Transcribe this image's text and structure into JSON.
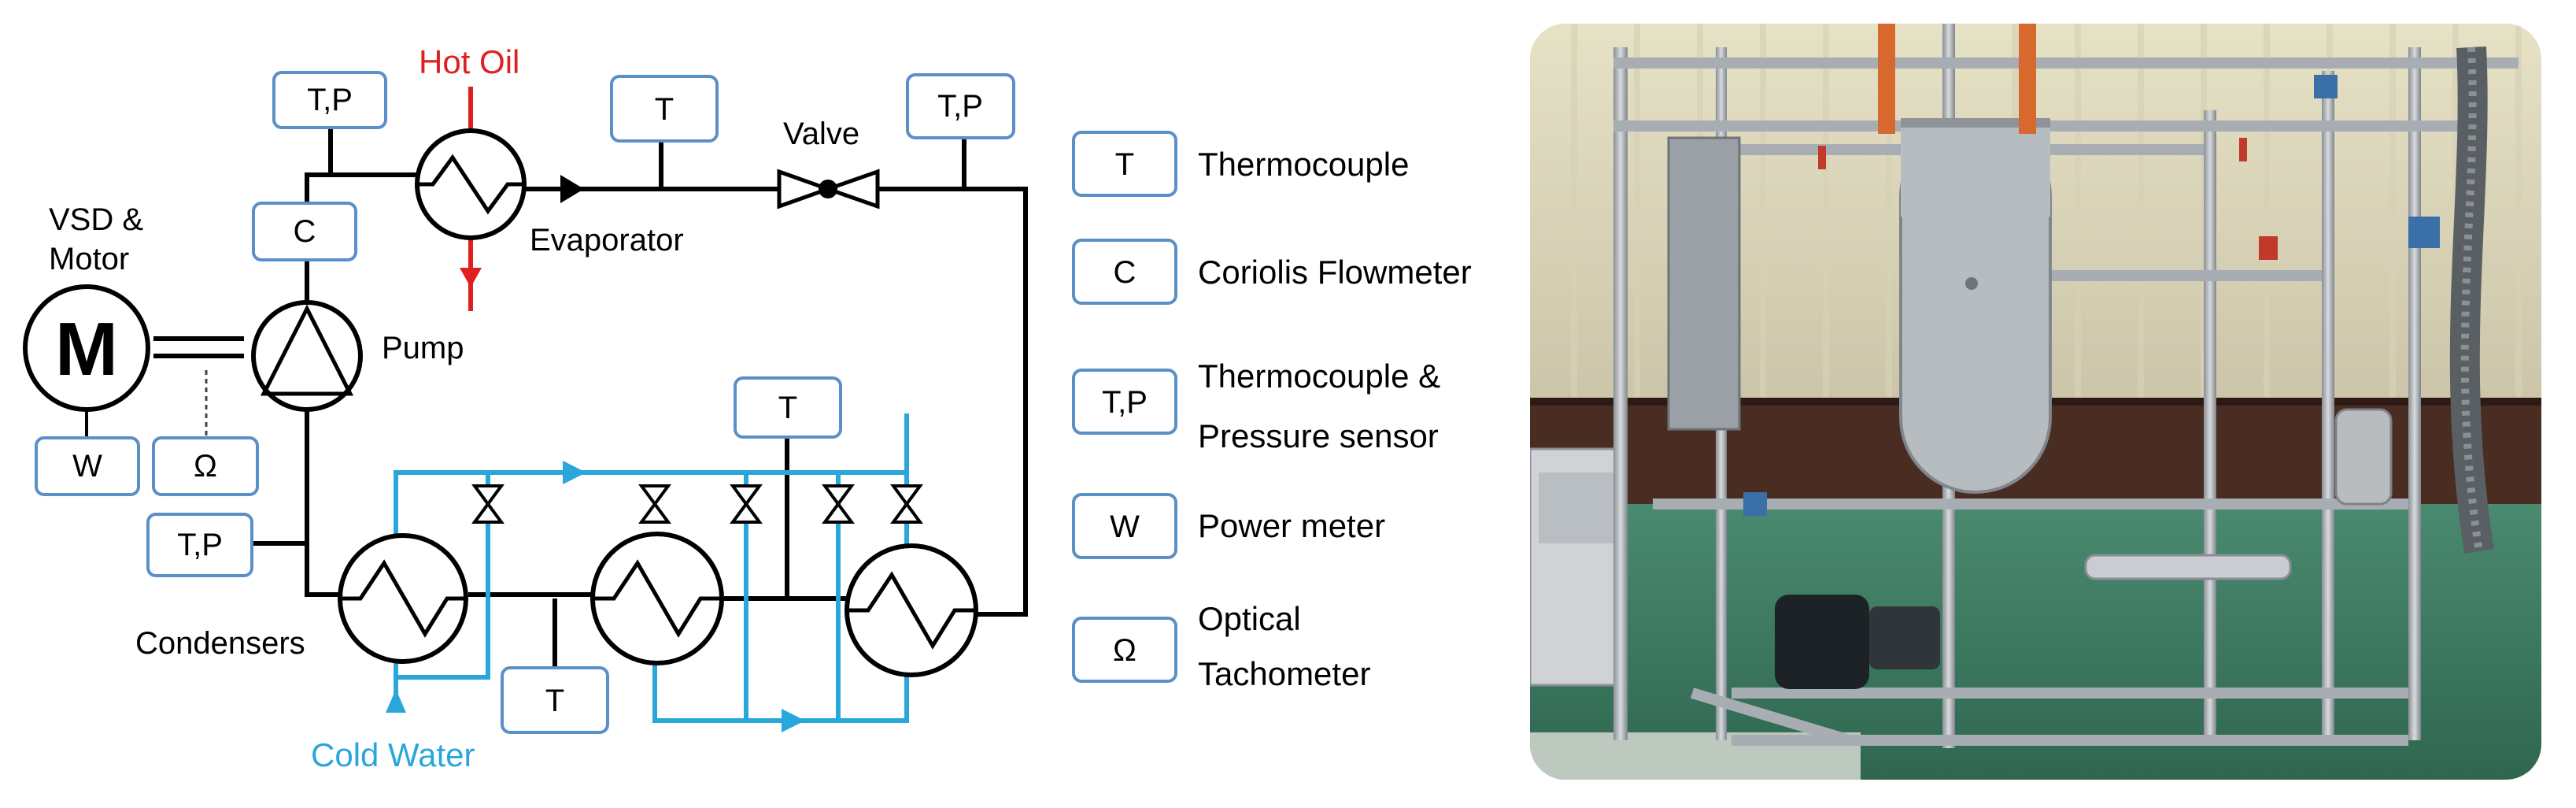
{
  "schematic": {
    "label_vsd": "VSD &",
    "label_motor": "Motor",
    "motor_symbol": "M",
    "label_pump": "Pump",
    "label_evaporator": "Evaporator",
    "label_valve": "Valve",
    "label_hot_oil": "Hot Oil",
    "label_condensers": "Condensers",
    "label_cold_water": "Cold Water",
    "sensors": {
      "tp_top": "T,P",
      "c_pump": "C",
      "t_after_evap": "T",
      "tp_after_valve": "T,P",
      "w_motor": "W",
      "omega_tach": "Ω",
      "tp_cond_in": "T,P",
      "t_mid_cond": "T",
      "t_upper_cond": "T"
    }
  },
  "legend": {
    "items": [
      {
        "symbol": "T",
        "text_lines": [
          "Thermocouple"
        ]
      },
      {
        "symbol": "C",
        "text_lines": [
          "Coriolis Flowmeter"
        ]
      },
      {
        "symbol": "T,P",
        "text_lines": [
          "Thermocouple &",
          "Pressure sensor"
        ]
      },
      {
        "symbol": "W",
        "text_lines": [
          "Power meter"
        ]
      },
      {
        "symbol": "Ω",
        "text_lines": [
          "Optical",
          "Tachometer"
        ]
      }
    ]
  },
  "colors": {
    "line": "#000000",
    "box": "#5b8fc7",
    "water": "#29a7db",
    "oil": "#e02020",
    "photo_bg": "#c9c2a7",
    "floor": "#3f7a62"
  }
}
